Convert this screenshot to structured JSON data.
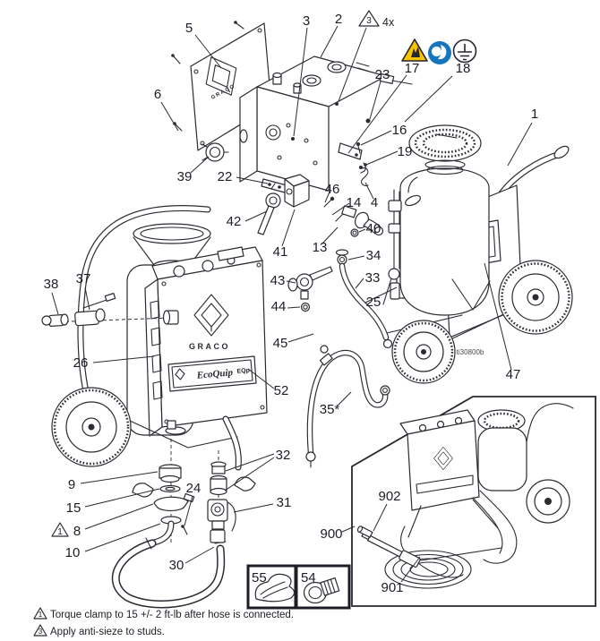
{
  "colors": {
    "ink": "#2b2b33",
    "callout_text": "#1d1d27",
    "warning_yellow": "#f6c500",
    "ppe_blue": "#1576bd",
    "paper": "#ffffff"
  },
  "branding": {
    "graco": "GRACO",
    "ecoquip": "EcoQuip",
    "ecoquip_model": "EQp"
  },
  "watermark": "ti30800b",
  "safety_icons": {
    "warning_triangle_label": "17",
    "ground_label": "18"
  },
  "callouts": {
    "n5": "5",
    "n3": "3",
    "n2": "2",
    "n3_triangle": "3",
    "n4x": "4x",
    "n17": "17",
    "n18": "18",
    "n23": "23",
    "n6": "6",
    "n16": "16",
    "n19": "19",
    "n1": "1",
    "n39": "39",
    "n22": "22",
    "n46": "46",
    "n14": "14",
    "n4": "4",
    "n42": "42",
    "n40": "40",
    "n41": "41",
    "n13": "13",
    "n34": "34",
    "n43": "43",
    "n33": "33",
    "n44": "44",
    "n25": "25",
    "n38": "38",
    "n37": "37",
    "n45": "45",
    "n26": "26",
    "n52": "52",
    "n35": "35*",
    "n47": "47",
    "n32": "32",
    "n9": "9",
    "n24": "24",
    "n15": "15",
    "n31": "31",
    "n8": "8",
    "n8_triangle": "1",
    "n10": "10",
    "n30": "30",
    "n900": "900",
    "n902": "902",
    "n901": "901",
    "n55": "55",
    "n54": "54"
  },
  "footnotes": [
    {
      "marker": "1",
      "text": "Torque clamp to 15 +/- 2 ft-lb after hose is connected."
    },
    {
      "marker": "3",
      "text": "Apply anti-sieze to studs."
    }
  ]
}
